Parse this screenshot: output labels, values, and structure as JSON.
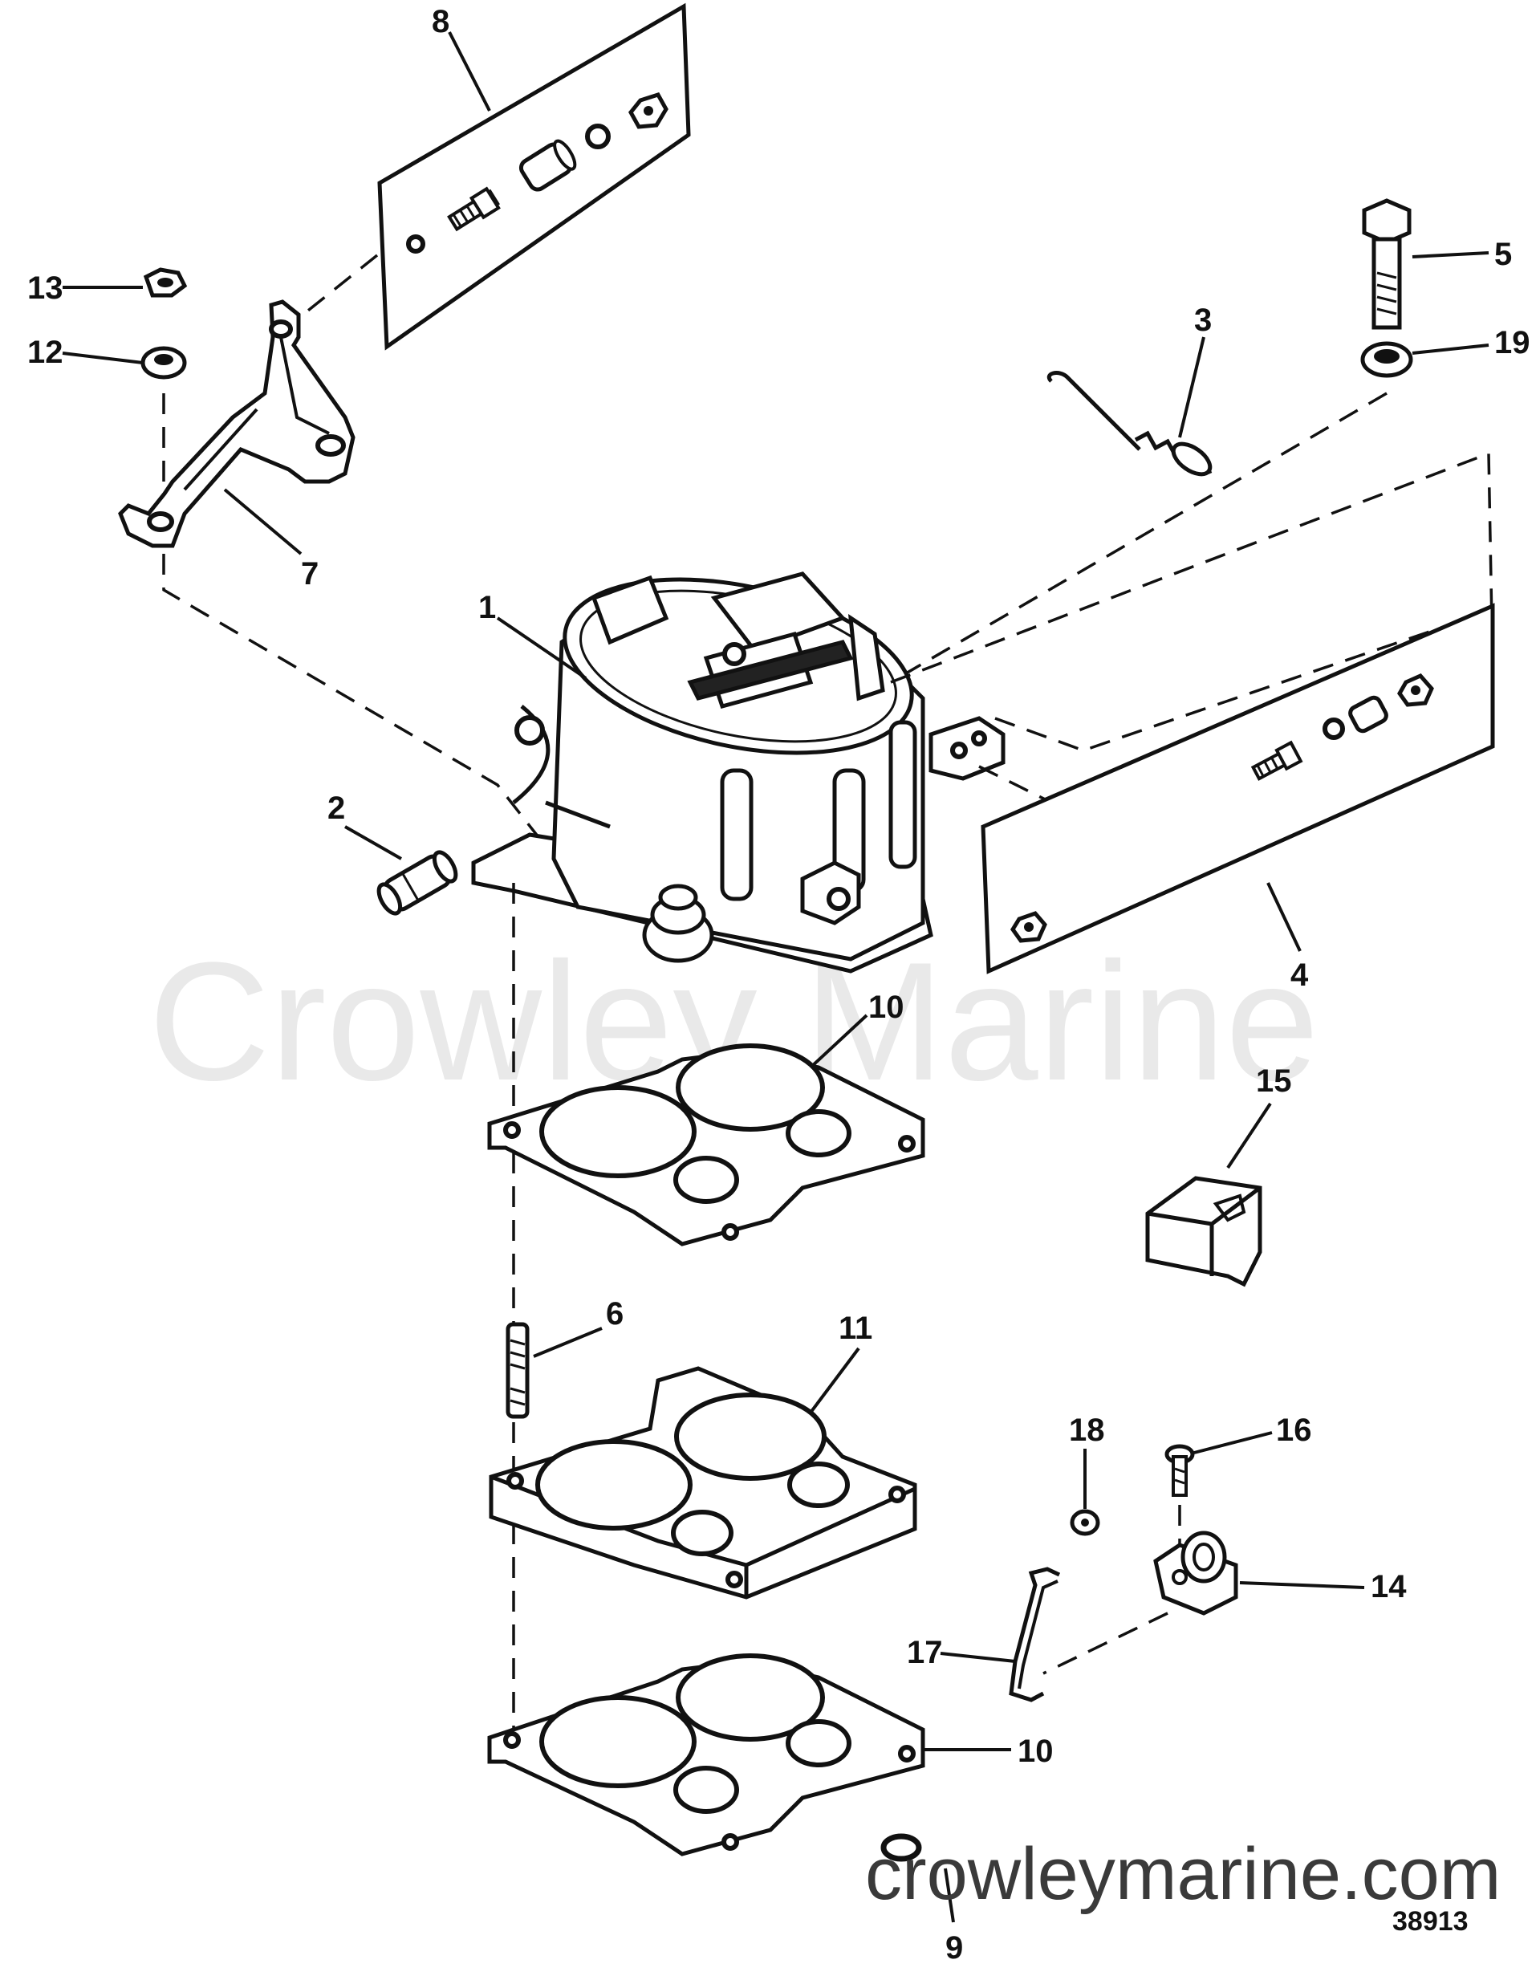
{
  "watermark": {
    "text": "Crowley Marine",
    "site": "crowleymarine.com"
  },
  "figure_number": "38913",
  "callouts": {
    "c1": "1",
    "c2": "2",
    "c3": "3",
    "c4": "4",
    "c5": "5",
    "c6": "6",
    "c7": "7",
    "c8": "8",
    "c9": "9",
    "c10a": "10",
    "c10b": "10",
    "c11": "11",
    "c12": "12",
    "c13": "13",
    "c14": "14",
    "c15": "15",
    "c16": "16",
    "c17": "17",
    "c18": "18",
    "c19": "19"
  }
}
